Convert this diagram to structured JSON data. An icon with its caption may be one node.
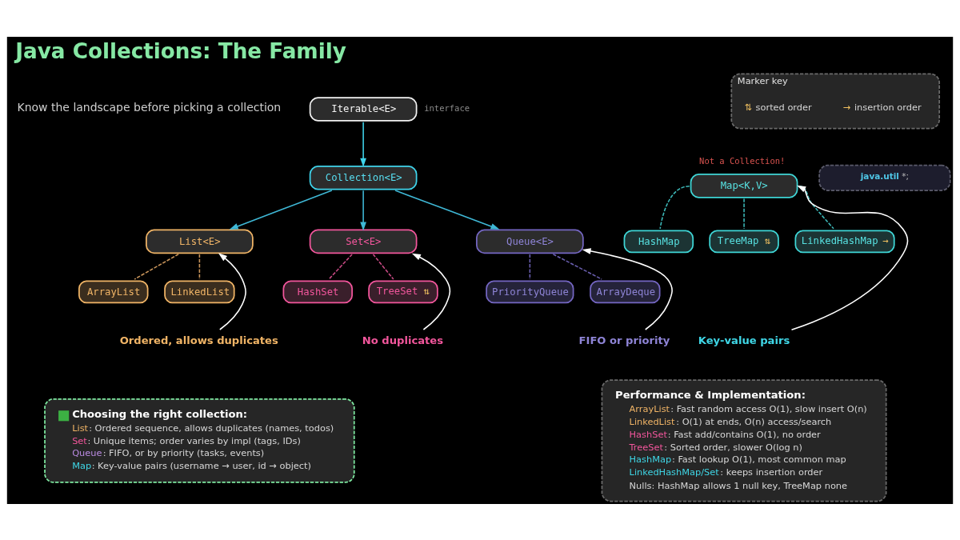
{
  "diagram": {
    "title": "Java Collections: The Family",
    "nodes": [
      {
        "text": [
          "Iterable<E>"
        ],
        "beside": [
          "interface"
        ]
      },
      {
        "text": [
          "Collection<E>"
        ]
      },
      {
        "text": [
          "List<E>"
        ]
      },
      {
        "text": [
          "Set<E>"
        ]
      },
      {
        "text": [
          "Queue<E>"
        ]
      },
      {
        "text": [
          "ArrayList"
        ]
      },
      {
        "text": [
          "LinkedList"
        ]
      },
      {
        "text": [
          "HashSet"
        ]
      },
      {
        "text": [
          "TreeSet ⇅"
        ]
      },
      {
        "text": [
          "PriorityQueue"
        ]
      },
      {
        "text": [
          "ArrayDeque"
        ]
      },
      {
        "text": [
          "Map<K,V>"
        ],
        "beside": [
          "Not a Collection!"
        ]
      },
      {
        "text": [
          "HashMap"
        ]
      },
      {
        "text": [
          "TreeMap ⇅"
        ]
      },
      {
        "text": [
          "LinkedHashMap →"
        ]
      },
      {
        "text": [
          "java.util *;"
        ]
      },
      {
        "text": [
          "Ordered, allows duplicates"
        ]
      },
      {
        "text": [
          "No duplicates"
        ]
      },
      {
        "text": [
          "FIFO or priority"
        ]
      },
      {
        "text": [
          "Key-value pairs"
        ]
      },
      {
        "text": [
          "Choosing the right collection:",
          "List: Ordered sequence, allows duplicates (names, todos)",
          "Set: Unique items; order varies by impl (tags, IDs)",
          "Queue: FIFO, or by priority (tasks, events)",
          "Map: Key-value pairs (username → user, id → object)"
        ]
      },
      {
        "text": [
          "Performance & Implementation:",
          "ArrayList: Fast random access O(1), slow insert O(n)",
          "LinkedList: O(1) at ends, O(n) access/search",
          "HashSet: Fast add/contains O(1), no order",
          "TreeSet: Sorted order, slower O(log n)",
          "HashMap: Fast lookup O(1), most common map",
          "LinkedHashMap/Set: keeps insertion order",
          "Nulls: HashMap allows 1 null key, TreeMap none"
        ]
      },
      {
        "text": [
          "Marker key"
        ]
      }
    ],
    "edges": [
      {
        "from": 0,
        "to": 1,
        "arrow": "to",
        "color": "#3fd3ea"
      },
      {
        "from": 1,
        "to": 2,
        "arrow": "to",
        "color": "#3fb8d6"
      },
      {
        "from": 1,
        "to": 3,
        "arrow": "to",
        "color": "#3fb8d6"
      },
      {
        "from": 1,
        "to": 4,
        "arrow": "to",
        "color": "#3fb8d6"
      },
      {
        "from": 2,
        "to": 5,
        "arrow": "none",
        "style": "dashed",
        "color": "#c8945a"
      },
      {
        "from": 2,
        "to": 6,
        "arrow": "none",
        "style": "dashed",
        "color": "#c8945a"
      },
      {
        "from": 3,
        "to": 7,
        "arrow": "none",
        "style": "dashed",
        "color": "#c84a84"
      },
      {
        "from": 3,
        "to": 8,
        "arrow": "none",
        "style": "dashed",
        "color": "#c84a84"
      },
      {
        "from": 4,
        "to": 9,
        "arrow": "none",
        "style": "dashed",
        "color": "#6a5fb0"
      },
      {
        "from": 4,
        "to": 10,
        "arrow": "none",
        "style": "dashed",
        "color": "#6a5fb0"
      },
      {
        "from": 11,
        "to": 12,
        "arrow": "none",
        "style": "dashed",
        "color": "#3cb8b8"
      },
      {
        "from": 11,
        "to": 13,
        "arrow": "none",
        "style": "dashed",
        "color": "#3cb8b8"
      },
      {
        "from": 11,
        "to": 14,
        "arrow": "none",
        "style": "dashed",
        "color": "#3cb8b8"
      },
      {
        "from": 16,
        "to": 2,
        "arrow": "to",
        "color": "#ffffff"
      },
      {
        "from": 17,
        "to": 3,
        "arrow": "to",
        "color": "#ffffff"
      },
      {
        "from": 18,
        "to": 4,
        "arrow": "to",
        "color": "#ffffff"
      },
      {
        "from": 19,
        "to": 11,
        "arrow": "to",
        "color": "#ffffff"
      }
    ],
    "labels": [
      "Know the landscape before picking a collection"
    ],
    "legend": [
      {
        "text": "⇅ sorted order"
      },
      {
        "text": "→ insertion order"
      }
    ]
  }
}
